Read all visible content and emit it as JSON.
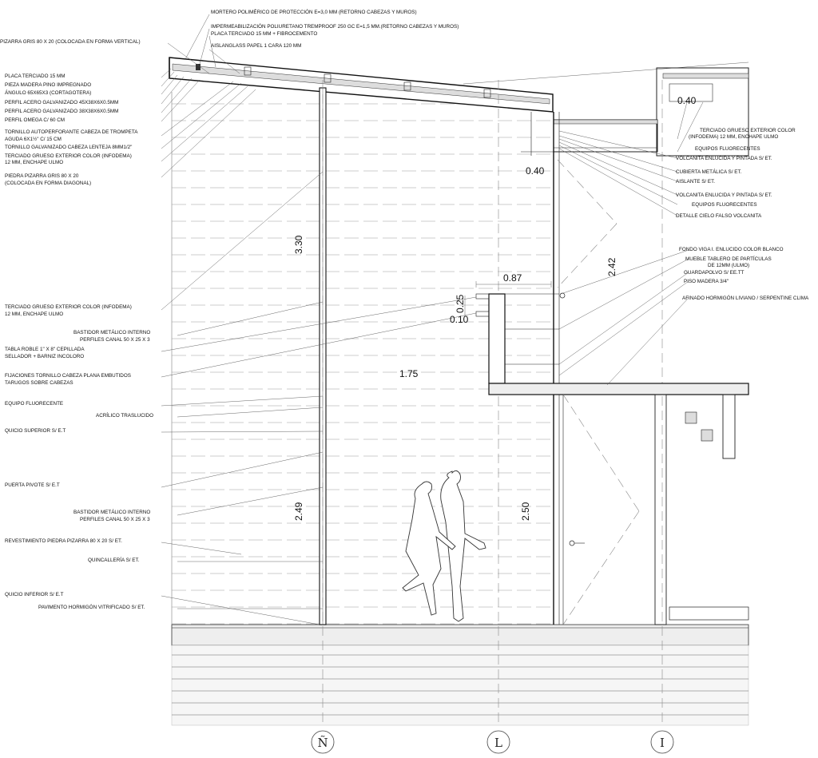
{
  "title_labels_top": [
    "MORTERO POLIMÉRICO DE PROTECCIÓN E=3,0 MM (RETORNO CABEZAS Y MUROS)",
    "IMPERMEABILIZACIÓN POLIURETANO TREMPROOF 250 GC E=1,5 MM.(RETORNO CABEZAS Y MUROS)",
    "PLACA TERCIADO 15 MM + FIBROCEMENTO",
    "AISLANGLASS PAPEL 1 CARA 120 MM"
  ],
  "left_labels": [
    "PIZARRA GRIS 80 X 20 (COLOCADA EN FORMA VERTICAL)",
    "PLACA TERCIADO 15 MM",
    "PIEZA MADERA PINO IMPREGNADO",
    "ÁNGULO 65X65X3 (CORTAGOTERA)",
    "PERFIL ACERO GALVANIZADO 45X38X6X0.5MM",
    "PERFIL ACERO GALVANIZADO 38X38X6X0.5MM",
    "PERFIL OMEGA C/ 60 CM",
    "TORNILLO AUTOPERFORANTE CABEZA DE TROMPETA",
    "AGUDA 6X1½\" C/ 15 CM",
    "TORNILLO GALVANIZADO CABEZA LENTEJA 8MM1/2\"",
    "TERCIADO GRUESO EXTERIOR COLOR (INFODEMA)",
    "12 MM, ENCHAPE ULMO",
    "PIEDRA PIZARRA GRIS 80 X 20",
    "(COLOCADA EN FORMA DIAGONAL)",
    "TERCIADO GRUESO EXTERIOR COLOR (INFODEMA)",
    "12 MM, ENCHAPE ULMO",
    "BASTIDOR METÁLICO INTERNO",
    "PERFILES CANAL 50 X 25 X 3",
    "TABLA ROBLE 1\" X 8\" CEPILLADA",
    "SELLADOR + BARNIZ INCOLORO",
    "FIJACIONES TORNILLO CABEZA PLANA EMBUTIDOS",
    "TARUGOS SOBRE CABEZAS",
    "EQUIPO FLUORECENTE",
    "ACRÍLICO TRASLUCIDO",
    "QUICIO SUPERIOR S/ E.T",
    "PUERTA PIVOTE S/ E.T",
    "BASTIDOR METÁLICO INTERNO",
    "PERFILES CANAL 50 X 25 X 3",
    "REVESTIMIENTO PIEDRA PIZARRA 80 X 20 S/ ET.",
    "QUINCALLERÍA S/ ET.",
    "QUICIO INFERIOR S/ E.T",
    "PAVIMENTO HORMIGÓN VITRIFICADO S/ ET."
  ],
  "right_labels": [
    "TERCIADO GRUESO EXTERIOR COLOR",
    "(INFODEMA) 12 MM, ENCHAPE ULMO",
    "EQUIPOS FLUORECENTES",
    "VOLCANITA ENLUCIDA Y PINTADA S/ ET.",
    "CUBIERTA METÁLICA S/ ET.",
    "AISLANTE S/ ET.",
    "VOLCANITA ENLUCIDA Y PINTADA S/ ET.",
    "EQUIPOS FLUORECENTES",
    "DETALLE CIELO FALSO VOLCANITA",
    "FONDO VIGA I. ENLUCIDO COLOR BLANCO",
    "MUEBLE TABLERO DE PARTÍCULAS",
    "DE 12MM (ULMO)",
    "GUARDAPOLVO S/ EE.TT",
    "PISO MADERA 3/4\"",
    "AFINADO HORMIGÓN LIVIANO / SERPENTINE CLIMA"
  ],
  "dimensions": [
    "0.40",
    "0.40",
    "3.30",
    "2.42",
    "0.87",
    "0.25",
    "0.10",
    "1.75",
    "2.49",
    "2.50"
  ],
  "axes": [
    "Ñ",
    "L",
    "I"
  ]
}
